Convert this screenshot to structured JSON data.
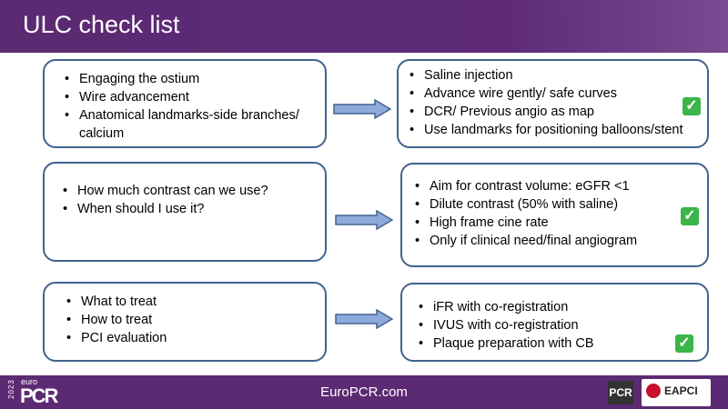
{
  "title": "ULC check list",
  "rows": [
    {
      "left": [
        "Engaging  the ostium",
        "Wire advancement",
        "Anatomical landmarks-side branches/ calcium"
      ],
      "right": [
        "Saline injection",
        "Advance wire gently/ safe curves",
        "DCR/ Previous angio as map",
        "Use landmarks for positioning balloons/stent"
      ]
    },
    {
      "left": [
        "How much contrast can we use?",
        "When should I use it?"
      ],
      "right": [
        "Aim for contrast volume: eGFR <1",
        "Dilute contrast (50% with saline)",
        "High frame cine rate",
        "Only if clinical need/final angiogram"
      ]
    },
    {
      "left": [
        "What to treat",
        "How to treat",
        "PCI evaluation"
      ],
      "right": [
        "iFR with co-registration",
        "IVUS with co-registration",
        "Plaque preparation with CB"
      ]
    }
  ],
  "check_icon": "check-mark-button",
  "footer": {
    "url": "EuroPCR.com",
    "logo_year": "2023",
    "logo_top": "euro",
    "logo_main": "PCR",
    "partner1": "PCR",
    "partner2": "EAPCI"
  },
  "colors": {
    "header": "#5c2a73",
    "box_border": "#41638f",
    "arrow": "#8eaadb",
    "check": "#3bb54a"
  }
}
